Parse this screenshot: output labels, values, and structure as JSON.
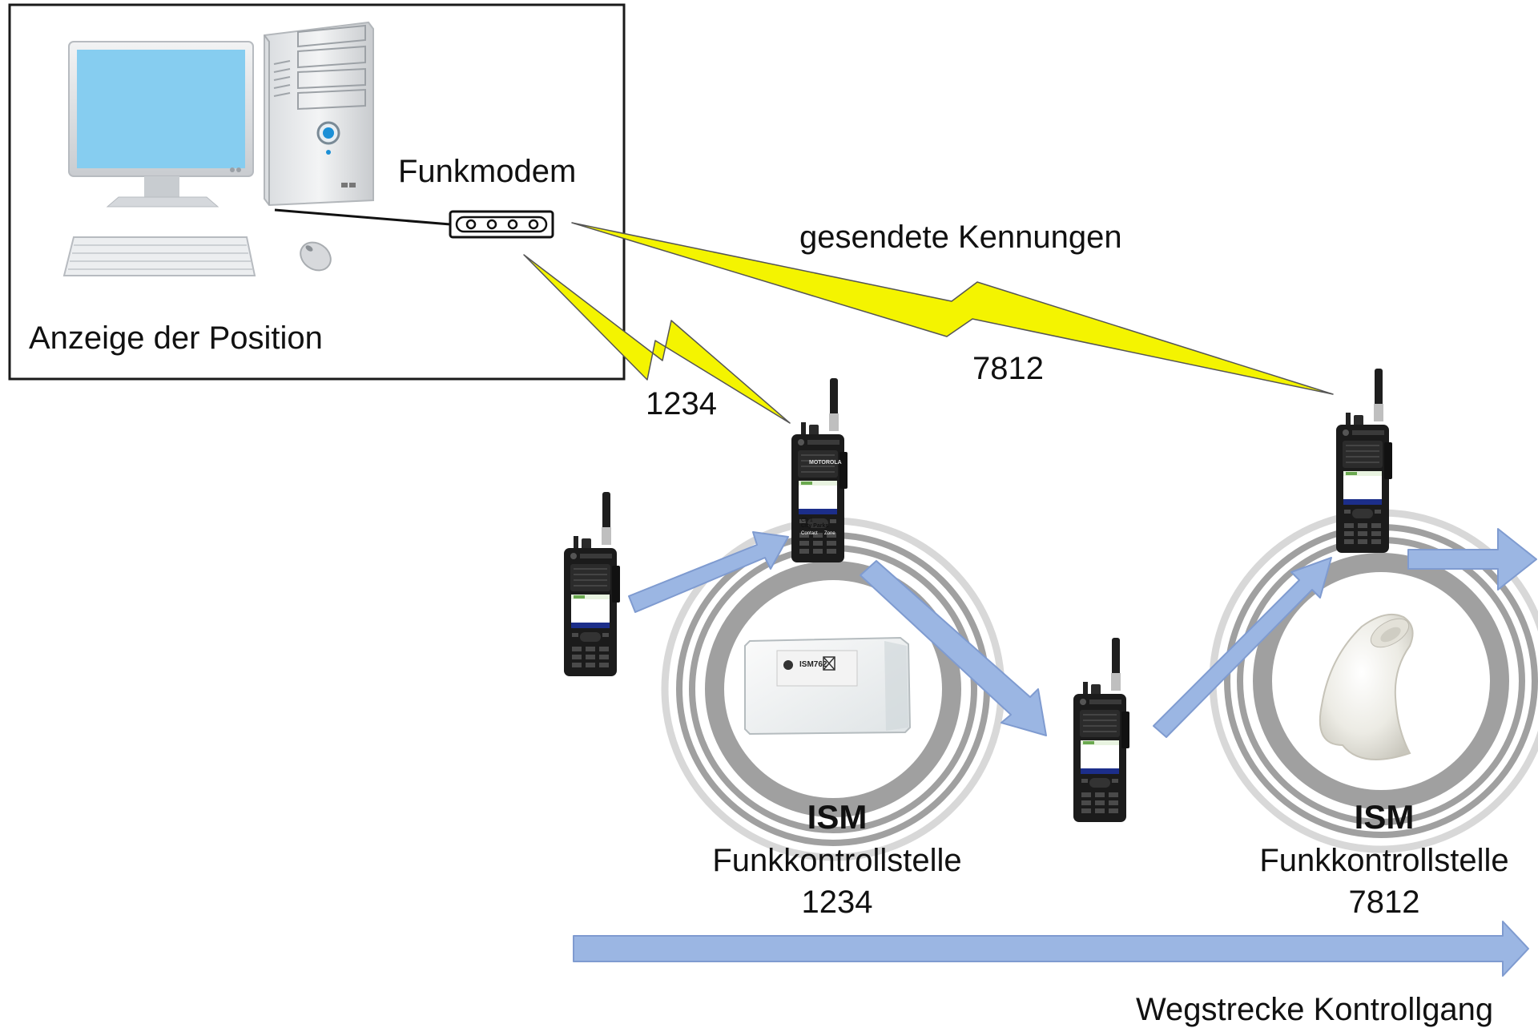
{
  "pc_box": {
    "label": "Anzeige der Position",
    "modem_label": "Funkmodem"
  },
  "signals": {
    "title": "gesendete Kennungen",
    "id_left": "1234",
    "id_right": "7812"
  },
  "radio_screen": {
    "brand": "MOTOROLA",
    "channel": "Ch 1",
    "name": "City Parks",
    "soft_left": "Contact",
    "soft_right": "Zone"
  },
  "stations": [
    {
      "type": "ISM",
      "label": "Funkkontrollstelle",
      "id": "1234",
      "device_model": "ISM762"
    },
    {
      "type": "ISM",
      "label": "Funkkontrollstelle",
      "id": "7812"
    }
  ],
  "route": {
    "label": "Wegstrecke Kontrollgang"
  },
  "colors": {
    "signal": "#f4f400",
    "arrow": "#9bb6e3",
    "arrow_stroke": "#7f9bd0",
    "ring_dark": "#a0a0a0",
    "ring_light": "#d8d8d8",
    "monitor_screen": "#86cdf0"
  }
}
